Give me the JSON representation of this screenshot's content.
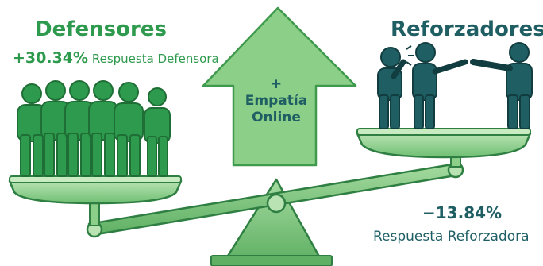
{
  "left": {
    "title": "Defensores",
    "percent": "+30.34%",
    "label": "Respuesta Defensora",
    "color": "#2e9a4e"
  },
  "center": {
    "plus": "+",
    "line1": "Empatía",
    "line2": "Online",
    "arrow_color": "#8ccf88"
  },
  "right": {
    "title": "Reforzadores",
    "percent": "−13.84%",
    "label": "Respuesta Reforzadora",
    "color": "#1f5f64"
  },
  "icons": {
    "scale": "balance-scale-icon",
    "arrow": "up-arrow-icon",
    "group": "person-group-icon",
    "pointing": "pointing-person-icon"
  }
}
